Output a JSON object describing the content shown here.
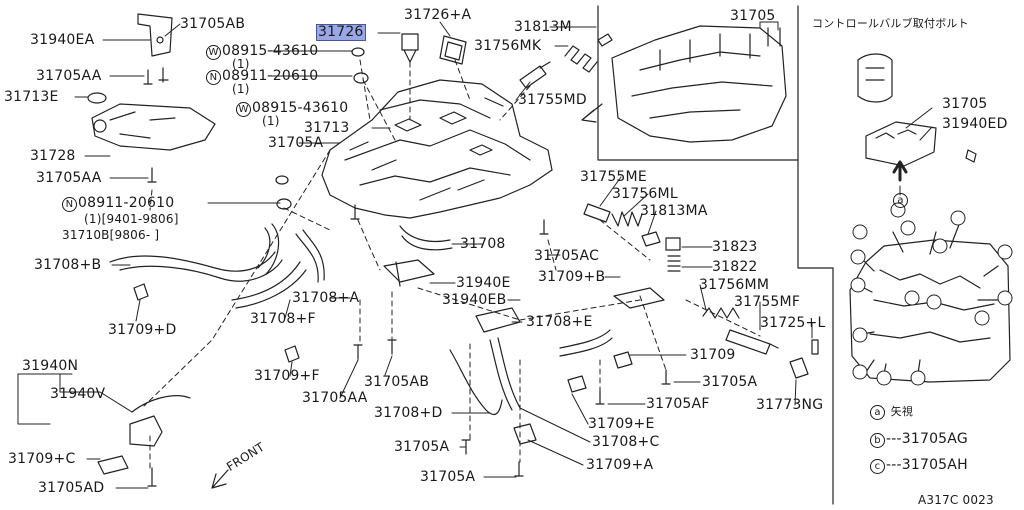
{
  "diagram_code": "A317C 0023",
  "inset_title": "コントロールバルブ取付ボルト",
  "front_label": "FRONT",
  "legend": [
    {
      "mark": "a",
      "text": "矢視"
    },
    {
      "mark": "b",
      "text": "---31705AG"
    },
    {
      "mark": "c",
      "text": "---31705AH"
    }
  ],
  "inset_marks": {
    "a": "a",
    "b": "b",
    "c": "c"
  },
  "labels": {
    "l31940EA": "31940EA",
    "l31705AB_top": "31705AB",
    "l31705AA_1": "31705AA",
    "l31713E": "31713E",
    "l31728": "31728",
    "l31705AA_2": "31705AA",
    "lN1_mark": "N",
    "lN1": "08911-20610",
    "lN1_qty": "(1)[9401-9806]",
    "l31710B": "31710B[9806-    ]",
    "lW1_mark": "W",
    "lW1": "08915-43610",
    "lW1_qty": "(1)",
    "lN2_mark": "N",
    "lN2": "08911-20610",
    "lN2_qty": "(1)",
    "lW2_mark": "W",
    "lW2": "08915-43610",
    "lW2_qty": "(1)",
    "l31726": "31726",
    "l31726A": "31726+A",
    "l31813M": "31813M",
    "l31756MK": "31756MK",
    "l31755MD": "31755MD",
    "l31713": "31713",
    "l31705A_1": "31705A",
    "l31705": "31705",
    "l31705_inset": "31705",
    "l31940ED": "31940ED",
    "l31755ME": "31755ME",
    "l31756ML": "31756ML",
    "l31813MA": "31813MA",
    "l31823": "31823",
    "l31822": "31822",
    "l31705AC": "31705AC",
    "l31708": "31708",
    "l31708B": "31708+B",
    "l31708A": "31708+A",
    "l31940E": "31940E",
    "l31940EB": "31940EB",
    "l31709B": "31709+B",
    "l31756MM": "31756MM",
    "l31755MF": "31755MF",
    "l31725L": "31725+L",
    "l31709D": "31709+D",
    "l31708F": "31708+F",
    "l31708E": "31708+E",
    "l31709": "31709",
    "l31709F": "31709+F",
    "l31705AB_2": "31705AB",
    "l31705AA_3": "31705AA",
    "l31705A_2": "31705A",
    "l31705AF": "31705AF",
    "l31773NG": "31773NG",
    "l31940N": "31940N",
    "l31940V": "31940V",
    "l31708D": "31708+D",
    "l31709E": "31709+E",
    "l31708C": "31708+C",
    "l31705A_3": "31705A",
    "l31709C": "31709+C",
    "l31705A_4": "31705A",
    "l31709A": "31709+A",
    "l31705AD": "31705AD"
  }
}
